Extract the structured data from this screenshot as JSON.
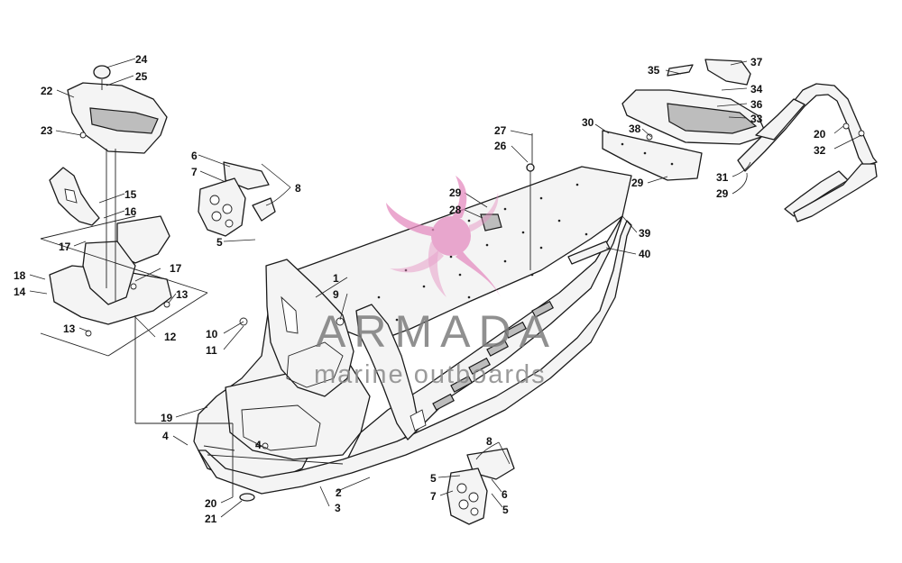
{
  "watermark": {
    "title": "ARMADA",
    "subtitle": "marine outboards",
    "logo_color": "#e58cc0",
    "text_color": "#7d7d7d"
  },
  "callouts": [
    {
      "id": "c1",
      "label": "1"
    },
    {
      "id": "c2",
      "label": "2"
    },
    {
      "id": "c3",
      "label": "3"
    },
    {
      "id": "c4a",
      "label": "4"
    },
    {
      "id": "c4b",
      "label": "4"
    },
    {
      "id": "c5a",
      "label": "5"
    },
    {
      "id": "c5b",
      "label": "5"
    },
    {
      "id": "c5c",
      "label": "5"
    },
    {
      "id": "c6a",
      "label": "6"
    },
    {
      "id": "c6b",
      "label": "6"
    },
    {
      "id": "c7a",
      "label": "7"
    },
    {
      "id": "c7b",
      "label": "7"
    },
    {
      "id": "c8a",
      "label": "8"
    },
    {
      "id": "c8b",
      "label": "8"
    },
    {
      "id": "c9",
      "label": "9"
    },
    {
      "id": "c10",
      "label": "10"
    },
    {
      "id": "c11",
      "label": "11"
    },
    {
      "id": "c12",
      "label": "12"
    },
    {
      "id": "c13a",
      "label": "13"
    },
    {
      "id": "c13b",
      "label": "13"
    },
    {
      "id": "c14",
      "label": "14"
    },
    {
      "id": "c15",
      "label": "15"
    },
    {
      "id": "c16",
      "label": "16"
    },
    {
      "id": "c17a",
      "label": "17"
    },
    {
      "id": "c17b",
      "label": "17"
    },
    {
      "id": "c18",
      "label": "18"
    },
    {
      "id": "c19",
      "label": "19"
    },
    {
      "id": "c20a",
      "label": "20"
    },
    {
      "id": "c20b",
      "label": "20"
    },
    {
      "id": "c21",
      "label": "21"
    },
    {
      "id": "c22",
      "label": "22"
    },
    {
      "id": "c23",
      "label": "23"
    },
    {
      "id": "c24",
      "label": "24"
    },
    {
      "id": "c25",
      "label": "25"
    },
    {
      "id": "c26",
      "label": "26"
    },
    {
      "id": "c27",
      "label": "27"
    },
    {
      "id": "c28",
      "label": "28"
    },
    {
      "id": "c29a",
      "label": "29"
    },
    {
      "id": "c29b",
      "label": "29"
    },
    {
      "id": "c29c",
      "label": "29"
    },
    {
      "id": "c30",
      "label": "30"
    },
    {
      "id": "c31",
      "label": "31"
    },
    {
      "id": "c32",
      "label": "32"
    },
    {
      "id": "c33",
      "label": "33"
    },
    {
      "id": "c34",
      "label": "34"
    },
    {
      "id": "c35",
      "label": "35"
    },
    {
      "id": "c36",
      "label": "36"
    },
    {
      "id": "c37",
      "label": "37"
    },
    {
      "id": "c38",
      "label": "38"
    },
    {
      "id": "c39",
      "label": "39"
    },
    {
      "id": "c40",
      "label": "40"
    }
  ]
}
